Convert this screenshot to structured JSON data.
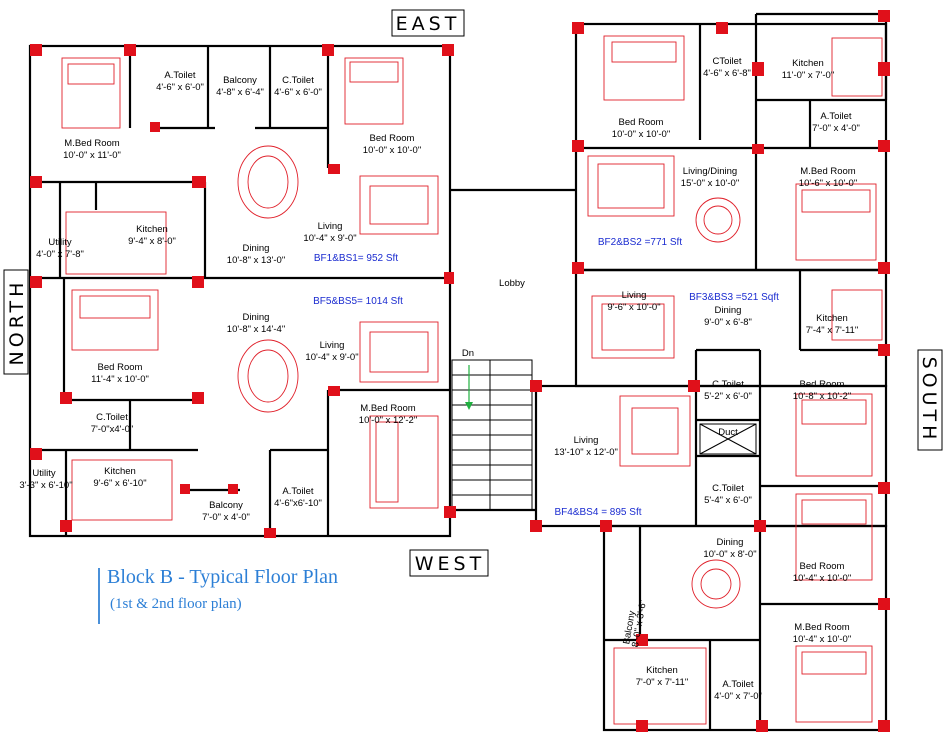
{
  "directions": {
    "east": "EAST",
    "west": "WEST",
    "north": "NORTH",
    "south": "SOUTH"
  },
  "title": "Block B - Typical Floor Plan",
  "subtitle": "(1st & 2nd floor plan)",
  "areas": {
    "bf1": "BF1&BS1= 952 Sft",
    "bf5": "BF5&BS5= 1014 Sft",
    "bf2": "BF2&BS2 =771 Sft",
    "bf3": "BF3&BS3 =521 Sqft",
    "bf4": "BF4&BS4 = 895 Sft"
  },
  "labels": {
    "lobby": "Lobby",
    "dn": "Dn",
    "duct": "Duct"
  },
  "rooms": {
    "w_mbed_name": "M.Bed Room",
    "w_mbed_size": "10'-0\" x 11'-0\"",
    "w_atoilet_name": "A.Toilet",
    "w_atoilet_size": "4'-6\" x 6'-0\"",
    "w_balcony_name": "Balcony",
    "w_balcony_size": "4'-8\" x 6'-4\"",
    "w_ctoilet_name": "C.Toilet",
    "w_ctoilet_size": "4'-6\" x 6'-0\"",
    "w_bed_name": "Bed Room",
    "w_bed_size": "10'-0\" x 10'-0\"",
    "w_kitchen_name": "Kitchen",
    "w_kitchen_size": "9'-4\" x 8'-0\"",
    "w_utility_name": "Utility",
    "w_utility_size": "4'-0\" x 7'-8\"",
    "w_dining_name": "Dining",
    "w_dining_size": "10'-8\" x 13'-0\"",
    "w_living_name": "Living",
    "w_living_size": "10'-4\" x 9'-0\"",
    "s_dining_name": "Dining",
    "s_dining_size": "10'-8\" x 14'-4\"",
    "s_living_name": "Living",
    "s_living_size": "10'-4\" x 9'-0\"",
    "s_bed_name": "Bed Room",
    "s_bed_size": "11'-4\" x 10'-0\"",
    "s_ctoilet_name": "C.Toilet",
    "s_ctoilet_size": "7'-0\"x4'-0\"",
    "s_mbed_name": "M.Bed Room",
    "s_mbed_size": "10'-0\" x 12'-2\"",
    "s_utility_name": "Utility",
    "s_utility_size": "3'-3\" x 6'-10\"",
    "s_kitchen_name": "Kitchen",
    "s_kitchen_size": "9'-6\" x 6'-10\"",
    "s_balcony_name": "Balcony",
    "s_balcony_size": "7'-0\" x 4'-0\"",
    "s_atoilet_name": "A.Toilet",
    "s_atoilet_size": "4'-6\"x6'-10\"",
    "e_bed_name": "Bed Room",
    "e_bed_size": "10'-0\" x 10'-0\"",
    "e_ctoilet_name": "CToilet",
    "e_ctoilet_size": "4'-6\" x 6'-8\"",
    "e_kitchen_name": "Kitchen",
    "e_kitchen_size": "11'-0\" x 7'-0\"",
    "e_atoilet_name": "A.Toilet",
    "e_atoilet_size": "7'-0\" x 4'-0\"",
    "e_living_name": "Living/Dining",
    "e_living_size": "15'-0\" x 10'-0\"",
    "e_mbed_name": "M.Bed Room",
    "e_mbed_size": "10'-6\" x 10'-0\"",
    "m_living_name": "Living",
    "m_living_size": "9'-6\" x 10'-0\"",
    "m_dining_name": "Dining",
    "m_dining_size": "9'-0\" x 6'-8\"",
    "m_kitchen_name": "Kitchen",
    "m_kitchen_size": "7'-4\" x 7'-11\"",
    "m_ctoilet_name": "C.Toilet",
    "m_ctoilet_size": "5'-2\" x 6'-0\"",
    "m_bed_name": "Bed Room",
    "m_bed_size": "10'-8\" x 10'-2\"",
    "l_living_name": "Living",
    "l_living_size": "13'-10\" x 12'-0\"",
    "l_ctoilet_name": "C.Toilet",
    "l_ctoilet_size": "5'-4\" x 6'-0\"",
    "l_dining_name": "Dining",
    "l_dining_size": "10'-0\" x 8'-0\"",
    "l_bed_name": "Bed Room",
    "l_bed_size": "10'-4\" x 10'-0\"",
    "l_balcony_name": "Balcony",
    "l_balcony_size": "8'-0\" x 3'-6\"",
    "l_mbed_name": "M.Bed Room",
    "l_mbed_size": "10'-4\" x 10'-0\"",
    "l_kitchen_name": "Kitchen",
    "l_kitchen_size": "7'-0\" x 7'-11\"",
    "l_atoilet_name": "A.Toilet",
    "l_atoilet_size": "4'-0\" x 7'-0\""
  }
}
